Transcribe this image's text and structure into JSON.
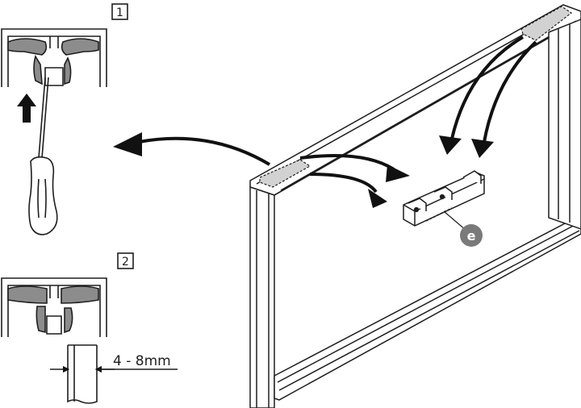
{
  "step_badges": [
    "1",
    "2"
  ],
  "gap_label": "4 - 8mm",
  "part_label": "e",
  "colors": {
    "line": "#1e1e1e",
    "gray_fill": "#8c8c8c",
    "light_fill": "#d2d2d2",
    "arrow": "#111111",
    "badge_fill": "#7a7a7a"
  },
  "icons": [
    "screwdriver-icon",
    "up-arrow-icon",
    "frame-illustration",
    "clip-part-illustration"
  ]
}
